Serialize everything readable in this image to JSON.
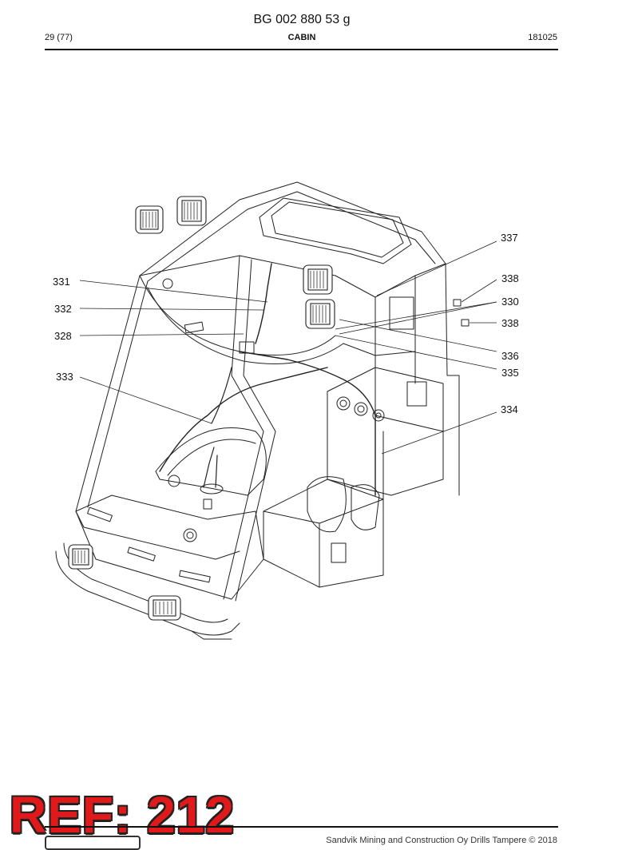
{
  "header": {
    "doc_number": "BG 002 880 53 g",
    "page": "29 (77)",
    "section": "CABIN",
    "date_code": "181025"
  },
  "figure": {
    "callouts": [
      "337",
      "331",
      "338",
      "332",
      "330",
      "338",
      "328",
      "336",
      "335",
      "333",
      "334"
    ]
  },
  "stamp": {
    "text": "REF: 212"
  },
  "footer": {
    "copyright": "Sandvik Mining and Construction Oy Drills Tampere © 2018"
  },
  "colors": {
    "stamp_fill": "#e01a1a",
    "line": "#111111"
  }
}
